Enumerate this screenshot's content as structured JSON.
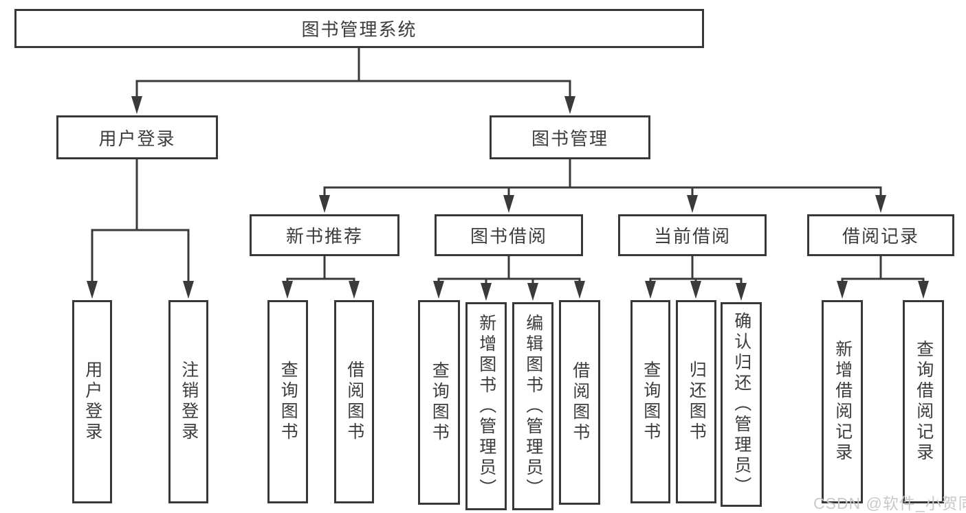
{
  "colors": {
    "background": "#ffffff",
    "node_border": "#383838",
    "connector_line": "#3a3a3a",
    "node_text": "#3c3c3c",
    "watermark_text": "#c9c9c9"
  },
  "nodes": {
    "root": "图书管理系统",
    "user_login": "用户登录",
    "book_management": "图书管理",
    "new_book_recommend": "新书推荐",
    "book_borrowing": "图书借阅",
    "current_borrowing": "当前借阅",
    "borrowing_records": "借阅记录",
    "leaf_user_login": "用户登录",
    "leaf_logout": "注销登录",
    "nbr_query_books": "查询图书",
    "nbr_borrow_books": "借阅图书",
    "bb_query_books": "查询图书",
    "bb_add_books_admin": "新增图书（管理员）",
    "bb_edit_books_admin": "编辑图书（管理员）",
    "bb_borrow_books": "借阅图书",
    "cb_query_books": "查询图书",
    "cb_return_books": "归还图书",
    "cb_confirm_return_admin": "确认归还（管理员）",
    "br_add_record": "新增借阅记录",
    "br_query_record": "查询借阅记录"
  },
  "hierarchy": {
    "root": [
      "user_login",
      "book_management"
    ],
    "user_login": [
      "leaf_user_login",
      "leaf_logout"
    ],
    "book_management": [
      "new_book_recommend",
      "book_borrowing",
      "current_borrowing",
      "borrowing_records"
    ],
    "new_book_recommend": [
      "nbr_query_books",
      "nbr_borrow_books"
    ],
    "book_borrowing": [
      "bb_query_books",
      "bb_add_books_admin",
      "bb_edit_books_admin",
      "bb_borrow_books"
    ],
    "current_borrowing": [
      "cb_query_books",
      "cb_return_books",
      "cb_confirm_return_admin"
    ],
    "borrowing_records": [
      "br_add_record",
      "br_query_record"
    ]
  },
  "watermark": {
    "text": "CSDN @软件_小贺同学"
  }
}
